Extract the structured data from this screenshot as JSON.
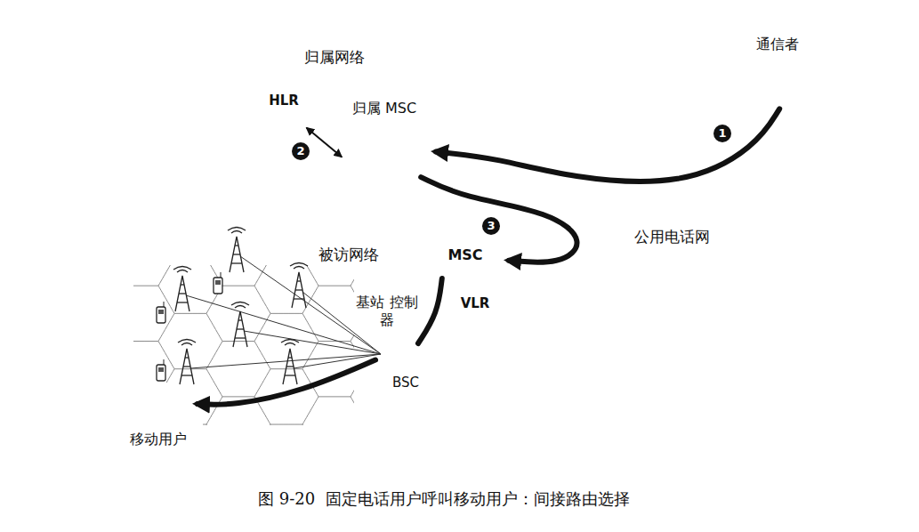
{
  "diagram": {
    "caption": "图 9-20  固定电话用户呼叫移动用户：间接路由选择",
    "nodes": [
      {
        "text": [
          "归属网络"
        ]
      },
      {
        "text": [
          "HLR"
        ],
        "in": 0
      },
      {
        "text": [
          "归属 MSC"
        ],
        "in": 0
      },
      {
        "text": [
          "通信者"
        ]
      },
      {
        "text": [
          "公用电话网"
        ]
      },
      {
        "text": [
          "被访网络"
        ]
      },
      {
        "text": [
          "MSC"
        ],
        "in": 5
      },
      {
        "text": [
          "VLR"
        ],
        "in": 5
      },
      {
        "text": [
          "基站 控制器",
          "BSC"
        ],
        "in": 5
      },
      {
        "text": [
          "移动用户"
        ],
        "in": 5
      }
    ],
    "edges": [
      {
        "from": 3,
        "to": 2,
        "arrow": "to",
        "label": "1"
      },
      {
        "from": 1,
        "to": 2,
        "arrow": "both",
        "label": "2"
      },
      {
        "from": 2,
        "to": 6,
        "arrow": "to",
        "label": "3"
      },
      {
        "from": 6,
        "to": 8,
        "arrow": "none"
      },
      {
        "from": 8,
        "to": 9,
        "arrow": "to"
      }
    ]
  }
}
